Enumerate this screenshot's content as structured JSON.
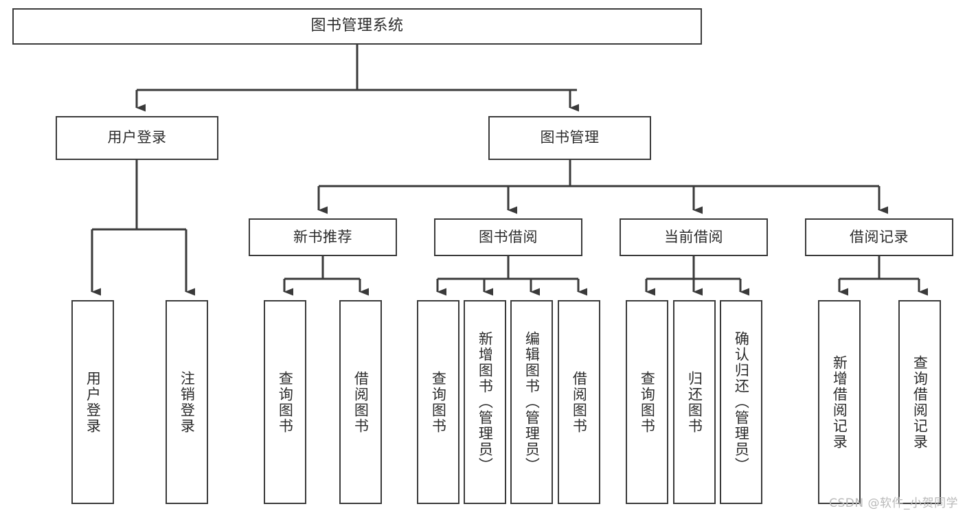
{
  "diagram": {
    "title": "图书管理系统",
    "type": "hierarchy-tree",
    "stroke_color": "#3a3a3a",
    "text_color": "#2b2b2b",
    "background": "#ffffff"
  },
  "nodes": {
    "root": {
      "label": "图书管理系统"
    },
    "level2": [
      {
        "label": "用户登录"
      },
      {
        "label": "图书管理"
      }
    ],
    "level3": [
      {
        "label": "新书推荐"
      },
      {
        "label": "图书借阅"
      },
      {
        "label": "当前借阅"
      },
      {
        "label": "借阅记录"
      }
    ],
    "leaves_user_login": [
      {
        "label": "用户登录"
      },
      {
        "label": "注销登录"
      }
    ],
    "leaves_new_books": [
      {
        "label": "查询图书"
      },
      {
        "label": "借阅图书"
      }
    ],
    "leaves_borrow": [
      {
        "label": "查询图书"
      },
      {
        "label": "新增图书（管理员）"
      },
      {
        "label": "编辑图书（管理员）"
      },
      {
        "label": "借阅图书"
      }
    ],
    "leaves_current": [
      {
        "label": "查询图书"
      },
      {
        "label": "归还图书"
      },
      {
        "label": "确认归还（管理员）"
      }
    ],
    "leaves_records": [
      {
        "label": "新增借阅记录"
      },
      {
        "label": "查询借阅记录"
      }
    ]
  },
  "watermark": {
    "text": "CSDN @软件_小贺同学"
  }
}
